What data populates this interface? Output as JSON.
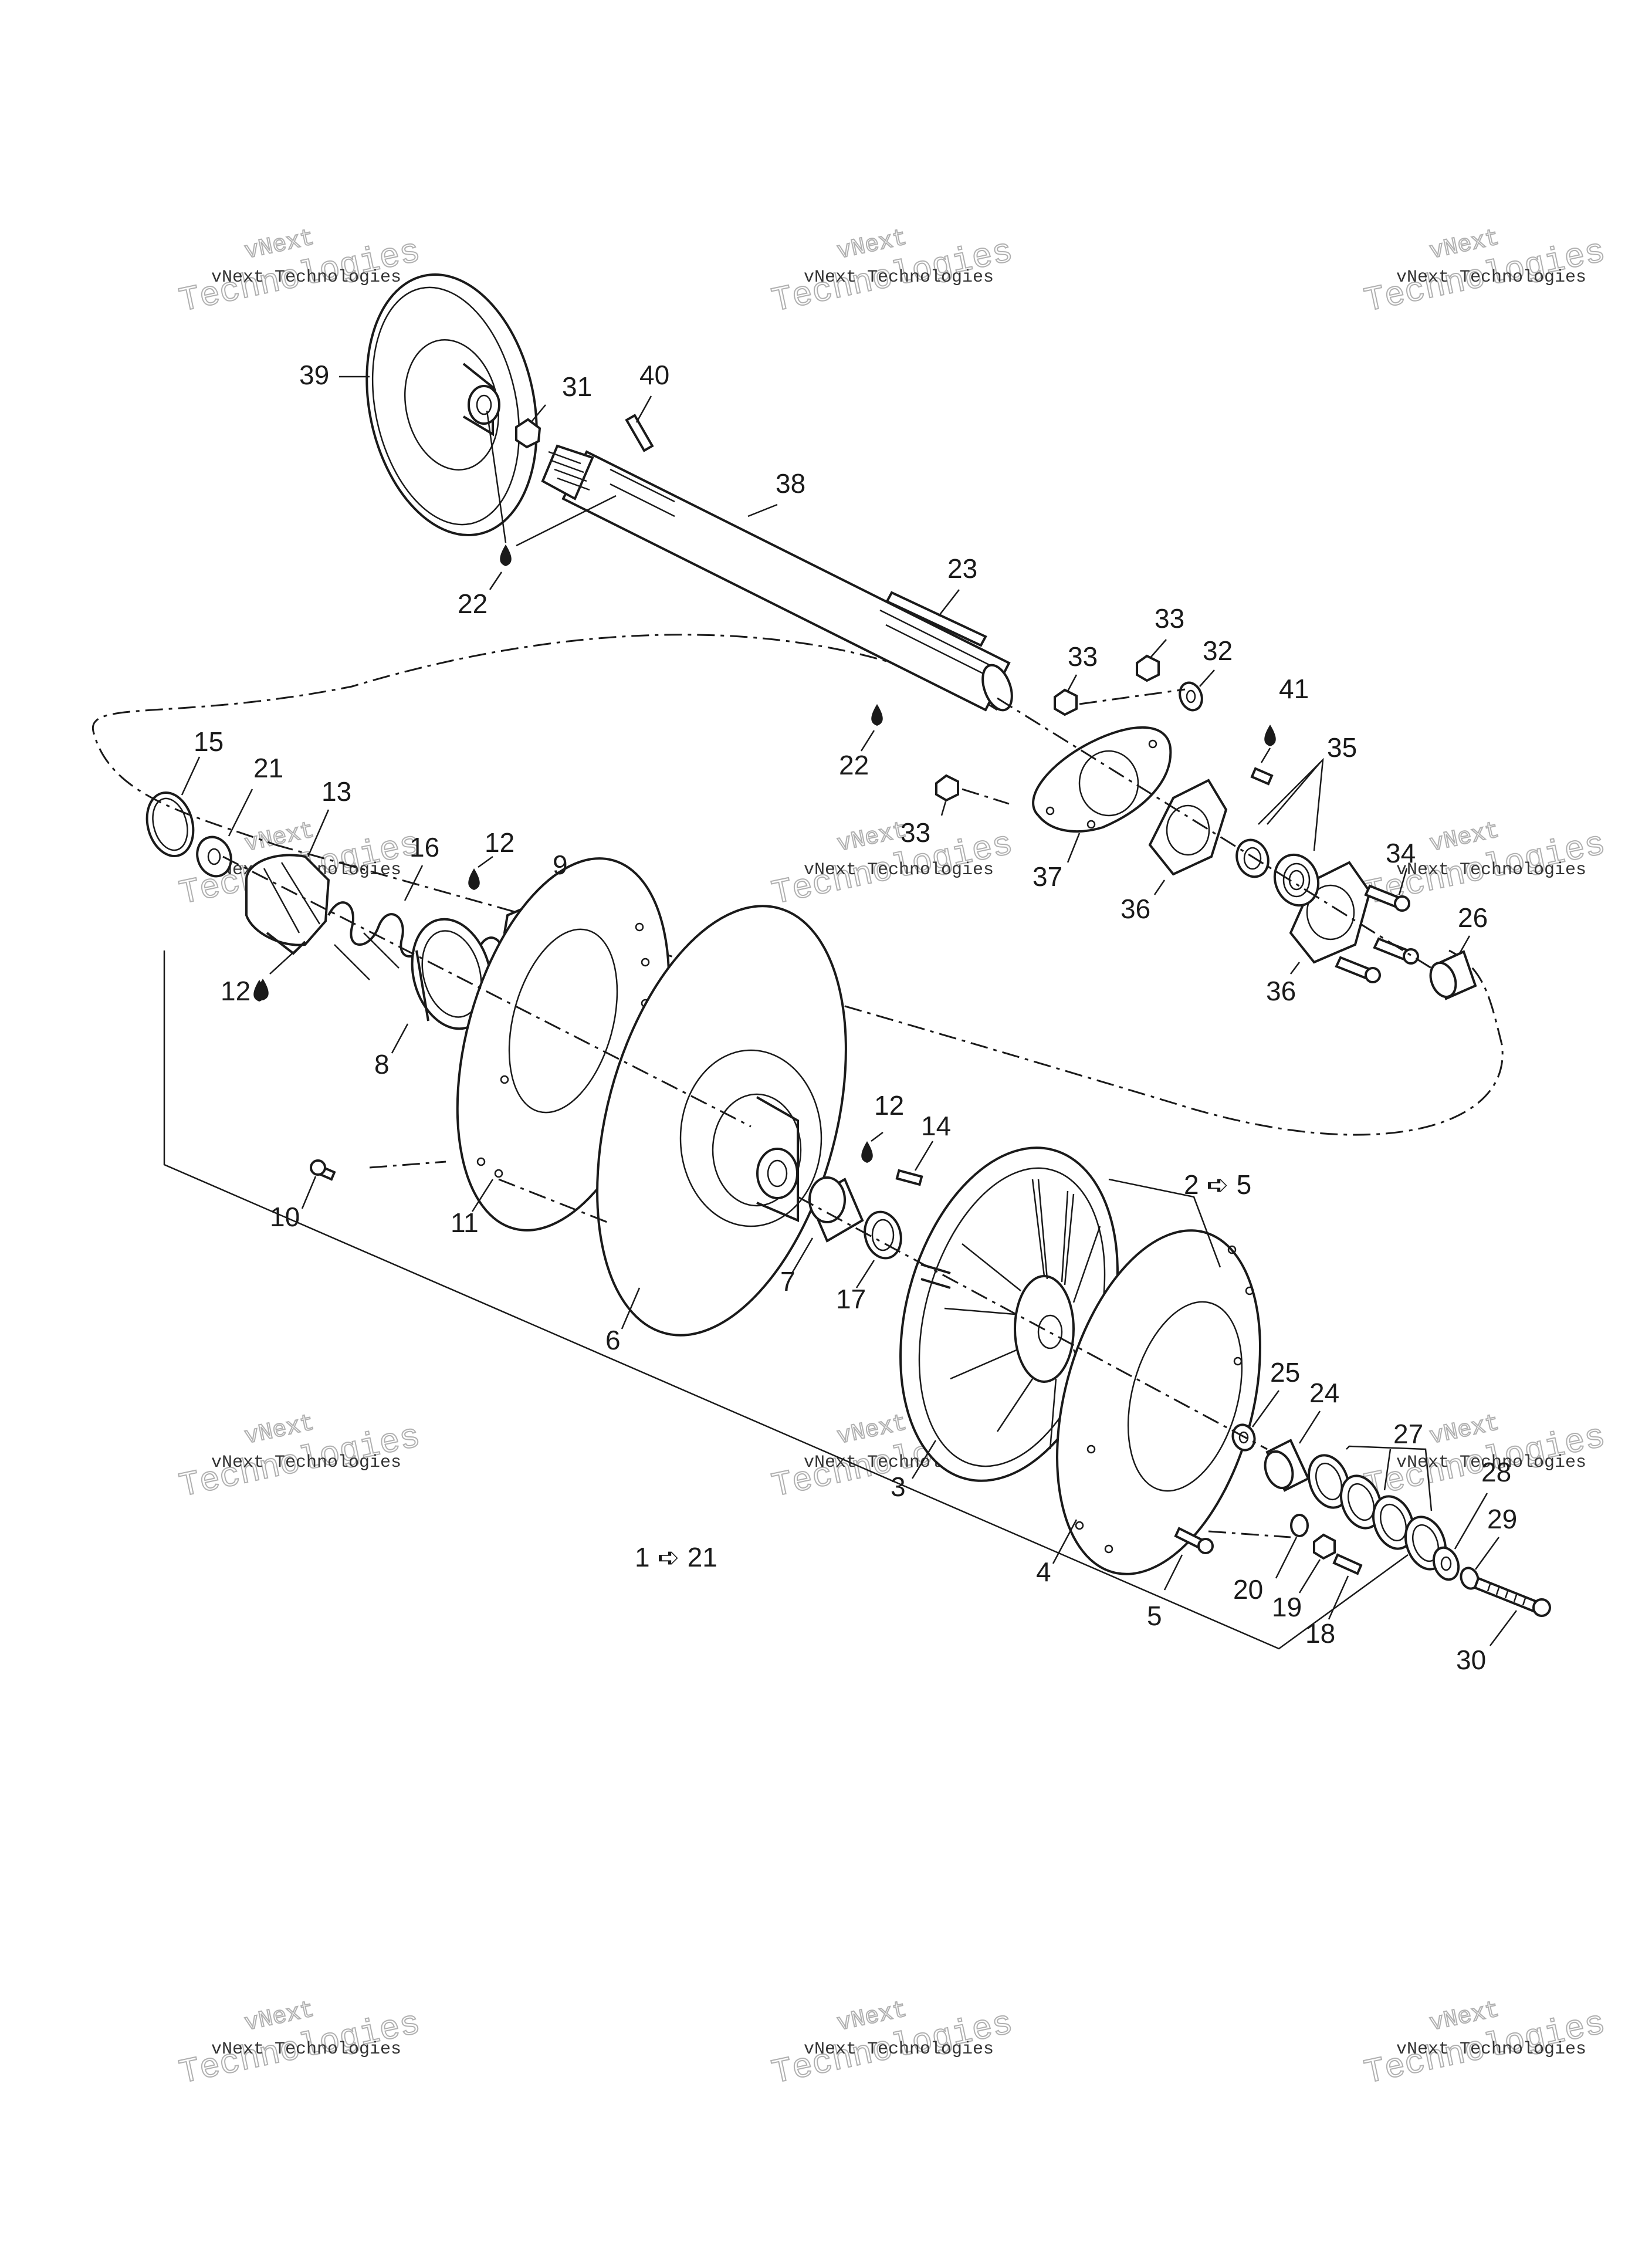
{
  "diagram": {
    "callouts": {
      "c1": "1 ➪ 21",
      "c2": "2 ➪ 5",
      "c3": "3",
      "c4": "4",
      "c5": "5",
      "c6": "6",
      "c7": "7",
      "c8": "8",
      "c9": "9",
      "c10": "10",
      "c11": "11",
      "c12a": "12",
      "c12b": "12",
      "c12c": "12",
      "c13": "13",
      "c14": "14",
      "c15": "15",
      "c16": "16",
      "c17": "17",
      "c18": "18",
      "c19": "19",
      "c20": "20",
      "c21": "21",
      "c22a": "22",
      "c22b": "22",
      "c23": "23",
      "c24": "24",
      "c25": "25",
      "c26": "26",
      "c27": "27",
      "c28": "28",
      "c29": "29",
      "c30": "30",
      "c31": "31",
      "c32": "32",
      "c33a": "33",
      "c33b": "33",
      "c33c": "33",
      "c34": "34",
      "c35": "35",
      "c36a": "36",
      "c36b": "36",
      "c37": "37",
      "c38": "38",
      "c39": "39",
      "c40": "40",
      "c41": "41"
    }
  },
  "watermark": {
    "name": "vNext Technologies",
    "overlay_top": "vNext",
    "overlay_bottom": "Technologies"
  }
}
